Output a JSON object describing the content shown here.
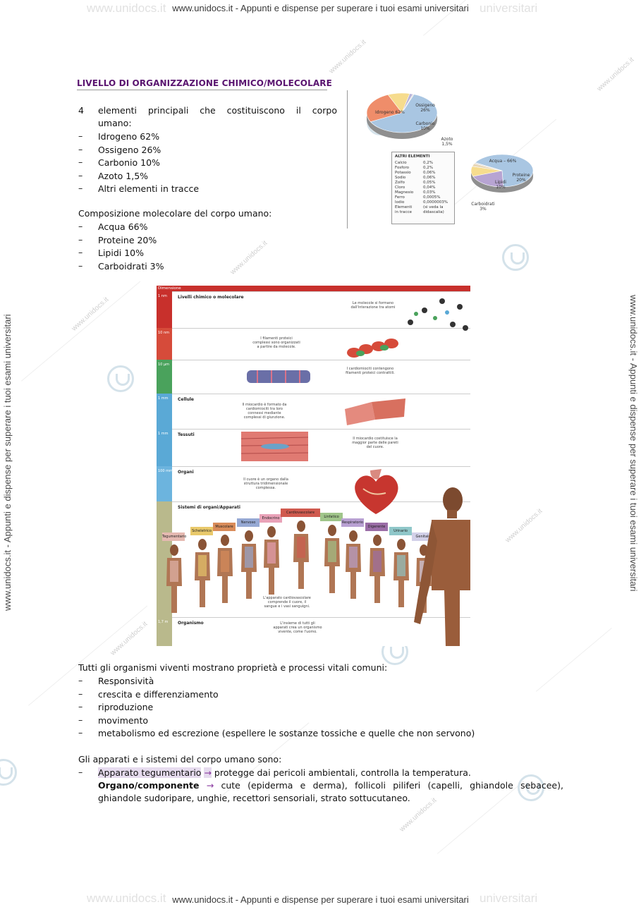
{
  "watermark": {
    "top": "www.unidocs.it - Appunti e dispense per superare i tuoi esami universitari",
    "bottom": "www.unidocs.it - Appunti e dispense per superare i tuoi esami universitari",
    "side": "www.unidocs.it - Appunti e dispense per superare i tuoi esami universitari",
    "faint": "www.unidocs.it",
    "faint_suffix": "universitari",
    "diagonal": "www.unidocs.it"
  },
  "section": {
    "heading": "LIVELLO DI ORGANIZZAZIONE CHIMICO/MOLECOLARE",
    "intro_num": "4",
    "intro_line1": "elementi principali che costituiscono il corpo",
    "intro_line2": "umano:",
    "elements": [
      "Idrogeno 62%",
      "Ossigeno 26%",
      "Carbonio 10%",
      "Azoto 1,5%",
      "Altri elementi in tracce"
    ],
    "molecular_title": "Composizione molecolare del corpo umano:",
    "molecules": [
      "Acqua 66%",
      "Proteine 20%",
      "Lipidi 10%",
      "Carboidrati 3%"
    ]
  },
  "pie_elements": {
    "idrogeno": "Idrogeno 62%",
    "ossigeno": "Ossigeno 26%",
    "carbonio": "Carbonio 10%",
    "azoto": "Azoto 1,5%",
    "values": [
      62,
      26,
      10,
      1.5,
      0.5
    ],
    "colors": [
      "#a9c6e2",
      "#ef8d6a",
      "#f6dc8e",
      "#b8b4d8",
      "#d9d9d9"
    ]
  },
  "altri_elementi": {
    "title": "ALTRI ELEMENTI",
    "rows": [
      [
        "Calcio",
        "0,2%"
      ],
      [
        "Fosforo",
        "0,2%"
      ],
      [
        "Potassio",
        "0,06%"
      ],
      [
        "Sodio",
        "0,06%"
      ],
      [
        "Zolfo",
        "0,05%"
      ],
      [
        "Cloro",
        "0,04%"
      ],
      [
        "Magnesio",
        "0,03%"
      ],
      [
        "Ferro",
        "0,0005%"
      ],
      [
        "Iodio",
        "0,0000003%"
      ],
      [
        "Elementi",
        "(si veda la"
      ],
      [
        "in tracce",
        "didascalia)"
      ]
    ]
  },
  "pie_molecules": {
    "acqua": "Acqua – 66%",
    "proteine": "Proteine 20%",
    "lipidi": "Lipidi 10%",
    "carboidrati": "Carboidrati 3%",
    "values": [
      66,
      20,
      10,
      3,
      1
    ],
    "colors": [
      "#a9c6e2",
      "#b7a4d2",
      "#f6dc8e",
      "#e8d7b8",
      "#d9d9d9"
    ]
  },
  "figure": {
    "dimension_label": "Dimensione",
    "bands": [
      {
        "size": "1 nm",
        "level": "Livelli chimico o molecolare",
        "caption": "Le molecole si formano dall'interazione tra atomi",
        "color": "#c8302c"
      },
      {
        "size": "10 nm",
        "level": "",
        "caption": "I filamenti proteici complessi sono organizzati a partire da molecole.",
        "color": "#d64b3a"
      },
      {
        "size": "10 μm",
        "level": "",
        "caption": "I cardiomiociti contengono filamenti proteici contrattili.",
        "color": "#4aa25c"
      },
      {
        "size": "1 mm",
        "level": "Cellule",
        "caption": "Il miocardio è formato da cardiomiociti tra loro connessi mediante complessi di giunzione.",
        "color": "#5aa9d6"
      },
      {
        "size": "1 mm",
        "level": "Tessuti",
        "caption": "Il miocardio costituisce la maggior parte delle pareti del cuore.",
        "color": "#5aa9d6"
      },
      {
        "size": "100 mm",
        "level": "Organi",
        "caption": "Il cuore è un organo dalla struttura tridimensionale complessa.",
        "color": "#6cb4de"
      },
      {
        "size": "",
        "level": "Sistemi di organi/Apparati",
        "caption": "L'apparato cardiovascolare comprende il cuore, il sangue e i vasi sanguigni.",
        "color": "#b9b98c"
      },
      {
        "size": "1,7 m",
        "level": "Organismo",
        "caption": "L'insieme di tutti gli apparati crea un organismo vivente, come l'uomo.",
        "color": "#b9b98c"
      }
    ],
    "systems": [
      {
        "name": "Tegumentario",
        "color": "#e5b9b1"
      },
      {
        "name": "Scheletrico",
        "color": "#e9c96b"
      },
      {
        "name": "Muscolare",
        "color": "#d98c5a"
      },
      {
        "name": "Nervoso",
        "color": "#96a9d4"
      },
      {
        "name": "Endocrino",
        "color": "#e9a2b8"
      },
      {
        "name": "Cardiovascolare",
        "color": "#d05a4f"
      },
      {
        "name": "Linfatico",
        "color": "#a0c58a"
      },
      {
        "name": "Respiratorio",
        "color": "#b9a1d3"
      },
      {
        "name": "Digerente",
        "color": "#9b6da7"
      },
      {
        "name": "Urinario",
        "color": "#8fc7c9"
      },
      {
        "name": "Genitale",
        "color": "#d2d0e8"
      }
    ]
  },
  "vital": {
    "title": "Tutti gli organismi viventi mostrano proprietà e processi vitali comuni:",
    "items": [
      "Responsività",
      "crescita e differenziamento",
      "riproduzione",
      "movimento",
      "metabolismo ed escrezione (espellere le sostanze tossiche e quelle che non servono)"
    ]
  },
  "apparati": {
    "title": "Gli apparati e i sistemi del corpo umano sono:",
    "item_label": "Apparato tegumentario",
    "arrow": "→",
    "item_desc": "protegge dai pericoli ambientali, controlla la temperatura.",
    "organ_label": "Organo/componente",
    "organ_line1": "cute (epiderma e derma), follicoli piliferi (capelli, ghiandole sebacee),",
    "organ_line2": "ghiandole sudoripare, unghie, recettori sensoriali, strato sottucutaneo."
  }
}
